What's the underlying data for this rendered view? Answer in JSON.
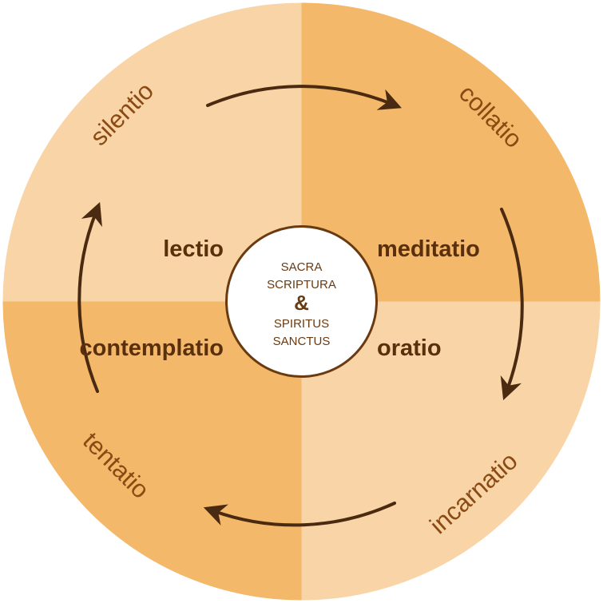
{
  "colors": {
    "light_quadrant": "#f9d4a6",
    "dark_quadrant": "#f3b869",
    "center_fill": "#ffffff",
    "center_stroke": "#6a3a10",
    "arrow": "#4a2a10",
    "inner_text": "#5a2f0c",
    "outer_text": "#8a4a14"
  },
  "center": {
    "line1": "SACRA",
    "line2": "SCRIPTURA",
    "amp": "&",
    "line3": "SPIRITUS",
    "line4": "SANCTUS"
  },
  "inner_labels": {
    "top_left": "lectio",
    "top_right": "meditatio",
    "bottom_right": "oratio",
    "bottom_left": "contemplatio"
  },
  "outer_labels": {
    "top_left": "silentio",
    "top_right": "collatio",
    "bottom_right": "incarnatio",
    "bottom_left": "tentatio"
  }
}
